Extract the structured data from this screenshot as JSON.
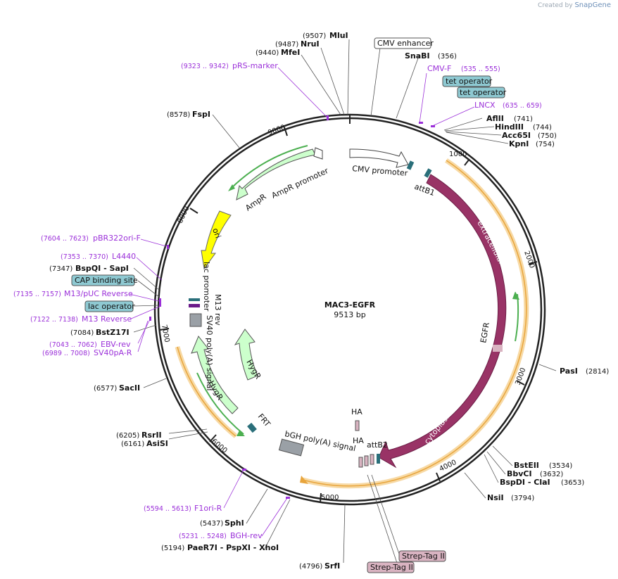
{
  "brand": {
    "created_by": "Created by",
    "name": "SnapGene"
  },
  "plasmid": {
    "name": "MAC3-EGFR",
    "size": "9513 bp"
  },
  "ticks": [
    "1000",
    "2000",
    "3000",
    "4000",
    "5000",
    "6000",
    "7000",
    "8000",
    "9000"
  ],
  "sites": [
    {
      "pos": "(9507)",
      "name": "MluI"
    },
    {
      "pos": "(9487)",
      "name": "NruI"
    },
    {
      "pos": "(9440)",
      "name": "MfeI"
    },
    {
      "pos": "(8578)",
      "name": "FspI"
    },
    {
      "pos": "(356)",
      "name": "SnaBI"
    },
    {
      "pos": "(741)",
      "name": "AflII"
    },
    {
      "pos": "(744)",
      "name": "HindIII"
    },
    {
      "pos": "(750)",
      "name": "Acc65I"
    },
    {
      "pos": "(754)",
      "name": "KpnI"
    },
    {
      "pos": "(2814)",
      "name": "PasI"
    },
    {
      "pos": "(3534)",
      "name": "BstEII"
    },
    {
      "pos": "(3632)",
      "name": "BbvCI"
    },
    {
      "pos": "(3653)",
      "name": "BspDI - ClaI"
    },
    {
      "pos": "(3794)",
      "name": "NsiI"
    },
    {
      "pos": "(4796)",
      "name": "SrfI"
    },
    {
      "pos": "(5194)",
      "name": "PaeR7I - PspXI - XhoI"
    },
    {
      "pos": "(5437)",
      "name": "SphI"
    },
    {
      "pos": "(6161)",
      "name": "AsiSI"
    },
    {
      "pos": "(6205)",
      "name": "RsrII"
    },
    {
      "pos": "(6577)",
      "name": "SacII"
    },
    {
      "pos": "(7084)",
      "name": "BstZ17I"
    },
    {
      "pos": "(7347)",
      "name": "BspQI - SapI"
    }
  ],
  "primers": [
    {
      "range": "(9323 .. 9342)",
      "name": "pRS-marker"
    },
    {
      "range": "(535 .. 555)",
      "name": "CMV-F"
    },
    {
      "range": "(635 .. 659)",
      "name": "LNCX"
    },
    {
      "range": "(7604 .. 7623)",
      "name": "pBR322ori-F"
    },
    {
      "range": "(7353 .. 7370)",
      "name": "L4440"
    },
    {
      "range": "(7135 .. 7157)",
      "name": "M13/pUC Reverse"
    },
    {
      "range": "(7122 .. 7138)",
      "name": "M13 Reverse"
    },
    {
      "range": "(7043 .. 7062)",
      "name": "EBV-rev"
    },
    {
      "range": "(6989 .. 7008)",
      "name": "SV40pA-R"
    },
    {
      "range": "(5594 .. 5613)",
      "name": "F1ori-R"
    },
    {
      "range": "(5231 .. 5248)",
      "name": "BGH-rev"
    }
  ],
  "boxed_labels": [
    {
      "name": "CMV enhancer",
      "color": "#ffffff"
    },
    {
      "name": "tet operator",
      "color": "#8ec9d2"
    },
    {
      "name": "tet operator",
      "color": "#8ec9d2"
    },
    {
      "name": "CAP binding site",
      "color": "#8ec9d2"
    },
    {
      "name": "lac operator",
      "color": "#8ec9d2"
    },
    {
      "name": "Strep-Tag II",
      "color": "#d9b3c1"
    },
    {
      "name": "Strep-Tag II",
      "color": "#d9b3c1"
    }
  ],
  "features": {
    "cmv_promoter": "CMV promoter",
    "attb1": "attB1",
    "extracellular": "extracellular domain",
    "egfr": "EGFR",
    "cytoplasmic": "cytoplasmic domain",
    "attb2": "attB2",
    "ha1": "HA",
    "ha2": "HA",
    "bgh": "bGH poly(A) signal",
    "frt": "FRT",
    "hygr1": "HygR",
    "hygr2": "HygR",
    "sv40": "SV40 poly(A) signal",
    "m13rev": "M13 rev",
    "lac": "lac promoter",
    "ori": "ori",
    "ampr": "AmpR",
    "ampr_promoter": "AmpR promoter"
  },
  "colors": {
    "egfr": "#993366",
    "egfr_outline": "#6b1d45",
    "ori": "#ffff00",
    "marker": "#ccffcc",
    "orf_highlight": "#f7d9a4",
    "orf_arrow": "#e8a53c",
    "inner_orf": "#4caf50",
    "primer": "#9b30d9",
    "teal_tag": "#8ec9d2",
    "pink_tag": "#d9b3c1"
  }
}
